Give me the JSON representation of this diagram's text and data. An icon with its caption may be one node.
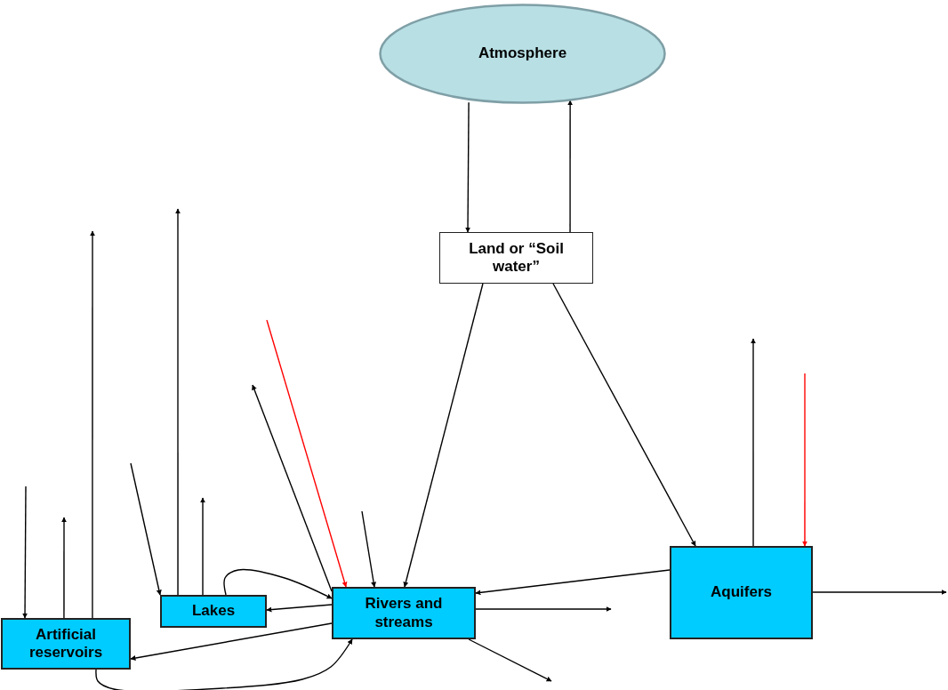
{
  "diagram": {
    "nodes": [
      {
        "text": [
          "Atmosphere"
        ]
      },
      {
        "text": [
          "Land or “Soil water”"
        ]
      },
      {
        "text": [
          "Artificial reservoirs"
        ]
      },
      {
        "text": [
          "Lakes"
        ]
      },
      {
        "text": [
          "Rivers and streams"
        ]
      },
      {
        "text": [
          "Aquifers"
        ]
      }
    ],
    "edges": [
      {
        "from": 0,
        "to": 1,
        "arrow": "to"
      },
      {
        "from": 1,
        "to": 0,
        "arrow": "to"
      },
      {
        "from": 1,
        "to": 4,
        "arrow": "to"
      },
      {
        "from": 1,
        "to": 5,
        "arrow": "to"
      },
      {
        "from": 5,
        "to": 4,
        "arrow": "to"
      },
      {
        "from": 4,
        "to": 3,
        "arrow": "to"
      },
      {
        "from": 4,
        "to": 2,
        "arrow": "to"
      },
      {
        "from": 2,
        "to": 4,
        "arrow": "to"
      },
      {
        "from": 3,
        "to": 4,
        "arrow": "to"
      },
      {
        "from": null,
        "to": 2,
        "arrow": "to"
      },
      {
        "from": 2,
        "to": null,
        "arrow": "to"
      },
      {
        "from": 2,
        "to": null,
        "arrow": "to"
      },
      {
        "from": null,
        "to": 3,
        "arrow": "to"
      },
      {
        "from": 3,
        "to": null,
        "arrow": "to"
      },
      {
        "from": 3,
        "to": null,
        "arrow": "to"
      },
      {
        "from": 4,
        "to": null,
        "arrow": "to"
      },
      {
        "from": null,
        "to": 4,
        "arrow": "to",
        "color": "#ff0000"
      },
      {
        "from": null,
        "to": 4,
        "arrow": "to"
      },
      {
        "from": 4,
        "to": null,
        "arrow": "to"
      },
      {
        "from": 4,
        "to": null,
        "arrow": "to"
      },
      {
        "from": 5,
        "to": null,
        "arrow": "to"
      },
      {
        "from": null,
        "to": 5,
        "arrow": "to",
        "color": "#ff0000"
      },
      {
        "from": 5,
        "to": null,
        "arrow": "to"
      }
    ]
  }
}
